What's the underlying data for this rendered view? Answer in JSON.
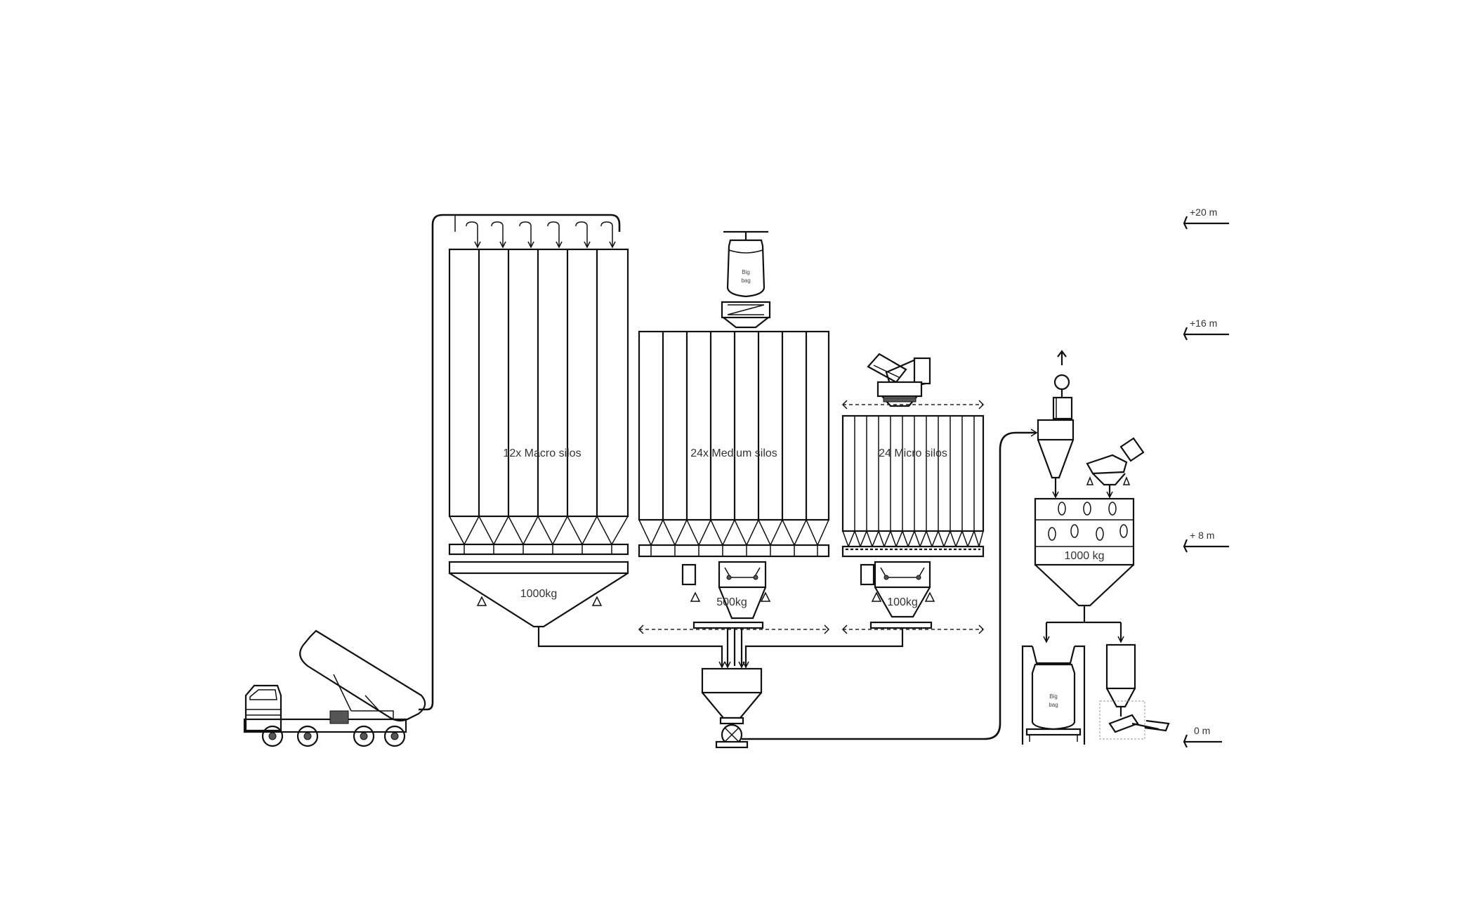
{
  "labels": {
    "macro_silos": "12x Macro silos",
    "medium_silos": "24x Medium silos",
    "micro_silos": "24 Micro silos",
    "macro_scale": "1000kg",
    "medium_scale": "500kg",
    "micro_scale": "100kg",
    "mixer": "1000 kg"
  },
  "levels": [
    {
      "label": "+20 m"
    },
    {
      "label": "+16 m"
    },
    {
      "label": "+ 8 m"
    },
    {
      "label": "0 m"
    }
  ],
  "bag_text": {
    "line1": "Big",
    "line2": "bag"
  },
  "colors": {
    "line": "#111111",
    "text": "#333333",
    "background": "#ffffff"
  },
  "icons": [
    "truck-icon",
    "tank-trailer-icon",
    "big-bag-icon",
    "bag-dump-station-icon",
    "filter-fan-icon",
    "rotary-valve-icon",
    "bag-filling-icon"
  ]
}
